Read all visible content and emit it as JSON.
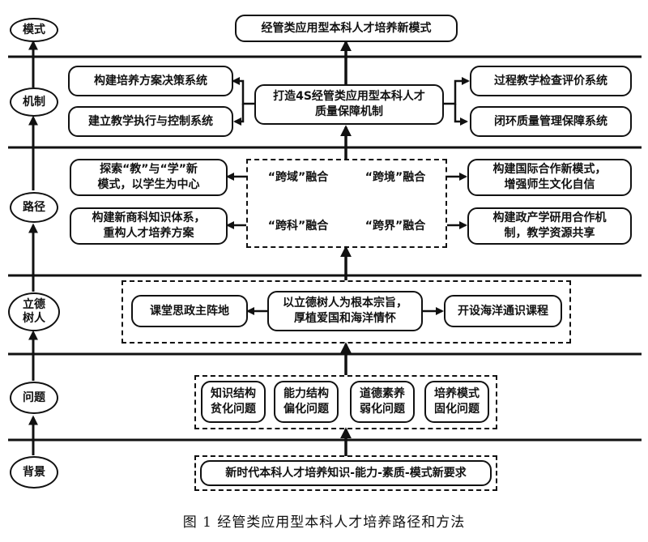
{
  "levels": {
    "mode": "模式",
    "mechanism": "机制",
    "path": "路径",
    "morality": "立德\n树人",
    "problem": "问题",
    "background": "背景"
  },
  "mode_box": "经管类应用型本科人才培养新模式",
  "mechanism": {
    "left_top": "构建培养方案决策系统",
    "left_bottom": "建立教学执行与控制系统",
    "center": "打造4S经管类应用型本科人才\n质量保障机制",
    "right_top": "过程教学检查评价系统",
    "right_bottom": "闭环质量管理保障系统"
  },
  "path": {
    "left_top": "探索“教”与“学”新\n模式，以学生为中心",
    "left_bottom": "构建新商科知识体系，\n重构人才培养方案",
    "fusion_1": "“跨域”融合",
    "fusion_2": "“跨境”融合",
    "fusion_3": "“跨科”融合",
    "fusion_4": "“跨界”融合",
    "right_top": "构建国际合作新模式，\n增强师生文化自信",
    "right_bottom": "构建政产学研用合作机\n制，教学资源共享"
  },
  "morality": {
    "left": "课堂思政主阵地",
    "center": "以立德树人为根本宗旨，\n厚植爱国和海洋情怀",
    "right": "开设海洋通识课程"
  },
  "problems": [
    "知识结构\n贫化问题",
    "能力结构\n偏化问题",
    "道德素养\n弱化问题",
    "培养模式\n固化问题"
  ],
  "background_box": "新时代本科人才培养知识-能力-素质-模式新要求",
  "caption": "图 1  经管类应用型本科人才培养路径和方法"
}
